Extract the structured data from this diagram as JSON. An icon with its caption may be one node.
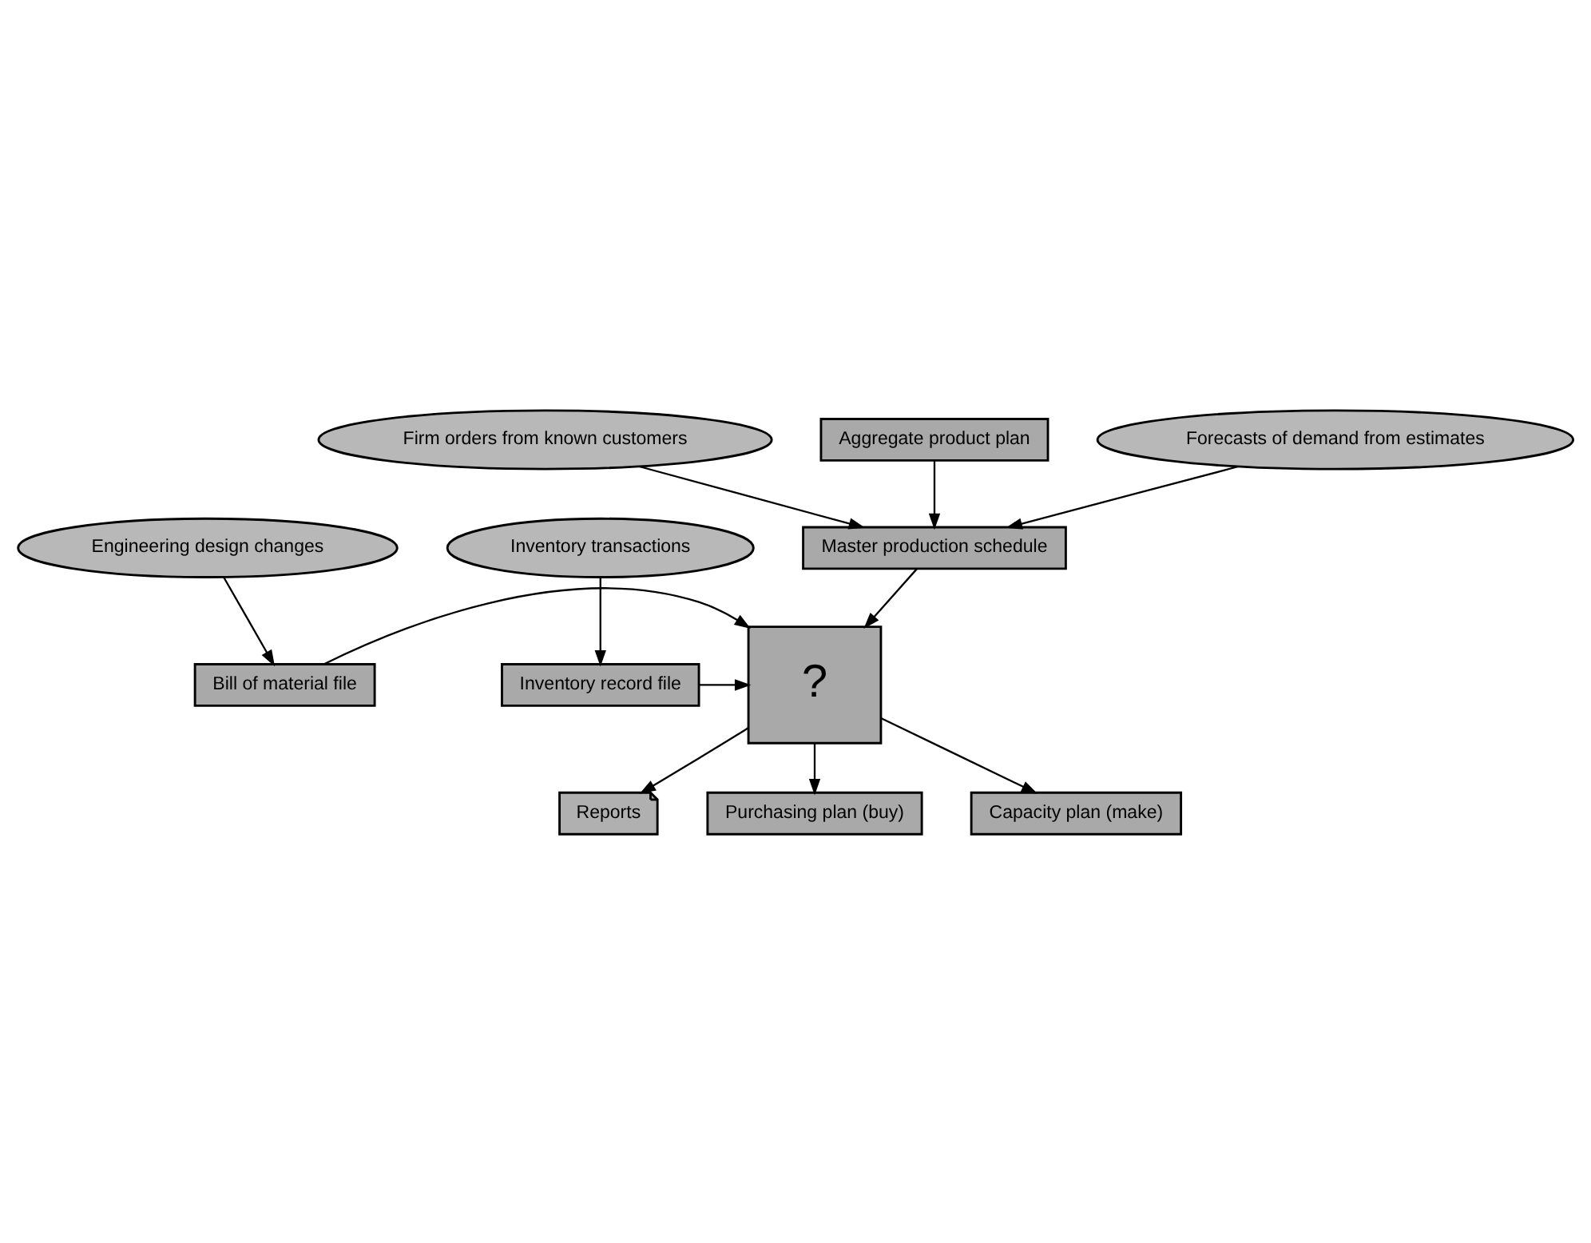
{
  "diagram": {
    "nodes": [
      {
        "text": [
          "Firm orders from known customers"
        ]
      },
      {
        "text": [
          "Aggregate product plan"
        ]
      },
      {
        "text": [
          "Forecasts of demand from estimates"
        ]
      },
      {
        "text": [
          "Engineering design changes"
        ]
      },
      {
        "text": [
          "Master production schedule"
        ]
      },
      {
        "text": [
          "Inventory transactions"
        ]
      },
      {
        "text": [
          "Bill of material file"
        ]
      },
      {
        "text": [
          "?"
        ]
      },
      {
        "text": [
          "Inventory record file"
        ]
      },
      {
        "text": [
          "Reports"
        ]
      },
      {
        "text": [
          "Purchasing plan (buy)"
        ]
      },
      {
        "text": [
          "Capacity plan (make)"
        ]
      }
    ],
    "edges": [
      {
        "from": 0,
        "to": 4,
        "arrow": "to"
      },
      {
        "from": 1,
        "to": 4,
        "arrow": "to"
      },
      {
        "from": 2,
        "to": 4,
        "arrow": "to"
      },
      {
        "from": 3,
        "to": 6,
        "arrow": "to"
      },
      {
        "from": 4,
        "to": 7,
        "arrow": "to"
      },
      {
        "from": 5,
        "to": 8,
        "arrow": "to"
      },
      {
        "from": 6,
        "to": 7,
        "arrow": "to"
      },
      {
        "from": 8,
        "to": 7,
        "arrow": "to"
      },
      {
        "from": 7,
        "to": 9,
        "arrow": "to"
      },
      {
        "from": 7,
        "to": 10,
        "arrow": "to"
      },
      {
        "from": 7,
        "to": 11,
        "arrow": "to"
      }
    ]
  }
}
